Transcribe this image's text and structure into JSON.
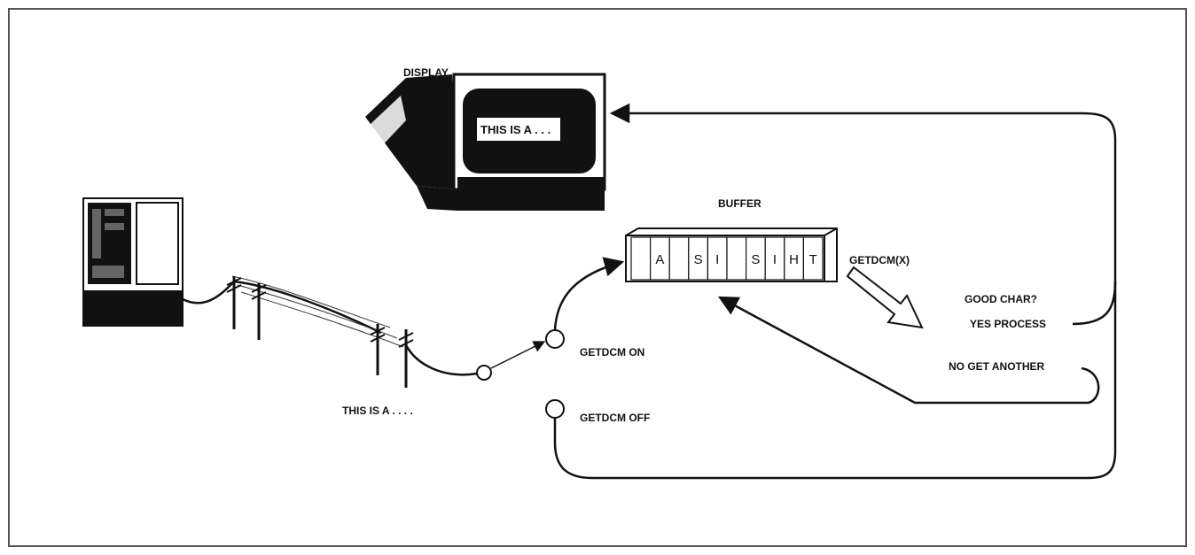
{
  "labels": {
    "display": "DISPLAY",
    "screen_text": "THIS IS A . . .",
    "buffer": "BUFFER",
    "getdcm_x": "GETDCM(X)",
    "good_char": "GOOD CHAR?",
    "yes_process": "YES PROCESS",
    "no_get_another": "NO GET ANOTHER",
    "getdcm_on": "GETDCM ON",
    "getdcm_off": "GETDCM OFF",
    "line_text": "THIS IS A . . . ."
  },
  "buffer_cells": [
    "",
    "A",
    "",
    "S",
    "I",
    "",
    "S",
    "I",
    "H",
    "T"
  ],
  "colors": {
    "ink": "#111111",
    "paper": "#ffffff",
    "frame": "#555555"
  }
}
